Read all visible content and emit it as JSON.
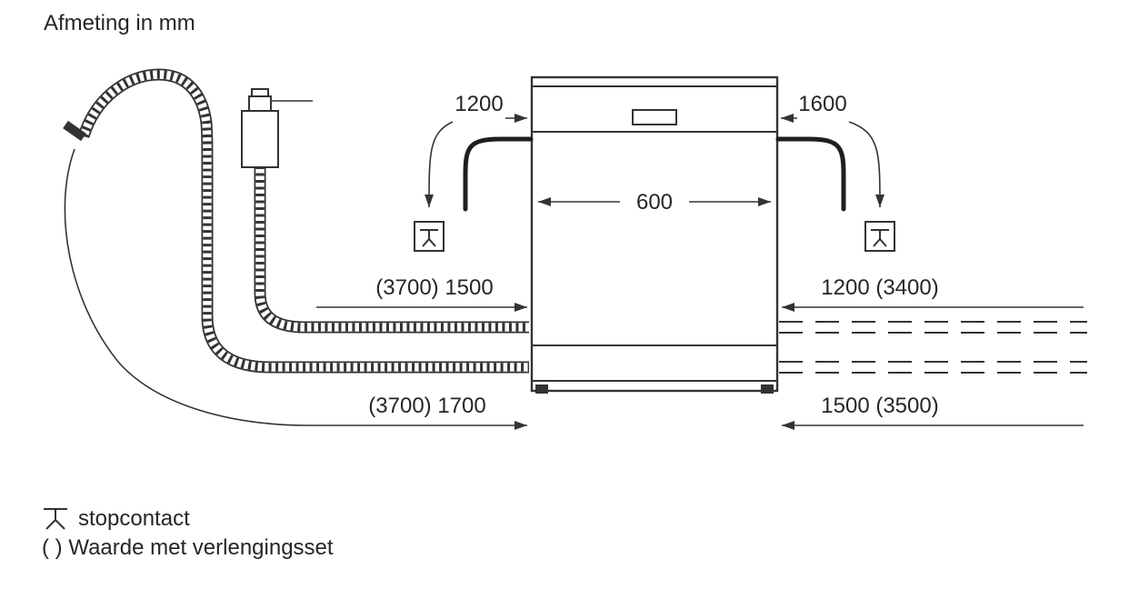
{
  "title": "Afmeting in mm",
  "dimensions": {
    "cord_left": "1200",
    "cord_right": "1600",
    "appliance_width": "600",
    "supply_hose": "(3700) 1500",
    "right_top": "1200 (3400)",
    "drain_hose": "(3700) 1700",
    "right_bottom": "1500 (3500)"
  },
  "legend": {
    "socket": "stopcontact",
    "extension": "( ) Waarde met verlengingsset"
  },
  "colors": {
    "line": "#333333",
    "text": "#262626",
    "background": "#ffffff"
  }
}
